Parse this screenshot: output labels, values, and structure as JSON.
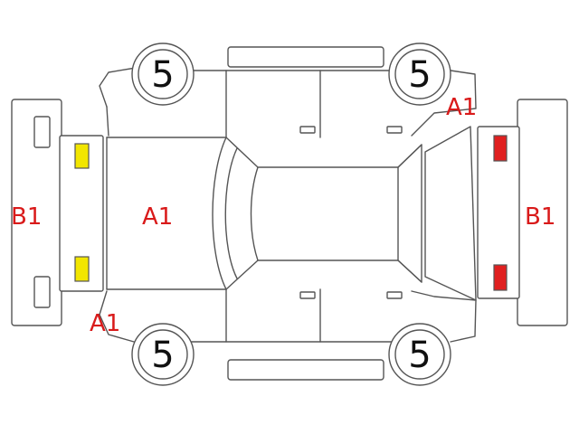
{
  "colors": {
    "outline": "#555555",
    "label": "#d91a1a",
    "front_lamp": "#f2e600",
    "rear_lamp": "#e02020"
  },
  "tires": [
    "5",
    "5",
    "5",
    "5"
  ],
  "labels": {
    "hood": "A1",
    "front_bumper": "B1",
    "rear_bumper": "B1",
    "front_left_fender": "A1",
    "rear_right_quarter": "A1"
  }
}
